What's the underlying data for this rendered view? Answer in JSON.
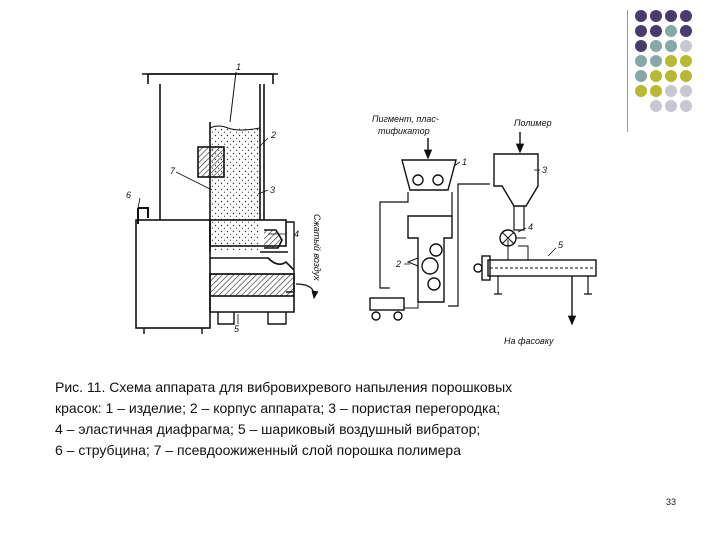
{
  "figure": {
    "labels": {
      "n1": "1",
      "n2": "2",
      "n3": "3",
      "n4": "4",
      "n5": "5",
      "n6": "6",
      "n7": "7",
      "air": "Сжатый воздух",
      "pigment_line1": "Пигмент, плас-",
      "pigment_line2": "тификатор",
      "polymer": "Полимер",
      "r1": "1",
      "r2": "2",
      "r3": "3",
      "r4": "4",
      "r5": "5",
      "packing": "На фасовку"
    }
  },
  "caption": {
    "lines": [
      "Рис. 11. Схема аппарата для вибровихревого напыления порошковых",
      "красок: 1 – изделие; 2 – корпус аппарата; 3 – пористая перегородка;",
      "4 – эластичная диафрагма; 5 – шариковый воздушный вибратор;",
      "6 – струбцина; 7 – псевдоожиженный слой порошка полимера"
    ]
  },
  "page_number": "33",
  "colors": {
    "purple": "#4a3b6e",
    "teal": "#86a8a6",
    "olive": "#b9b832",
    "grey": "#c7c7d1"
  }
}
